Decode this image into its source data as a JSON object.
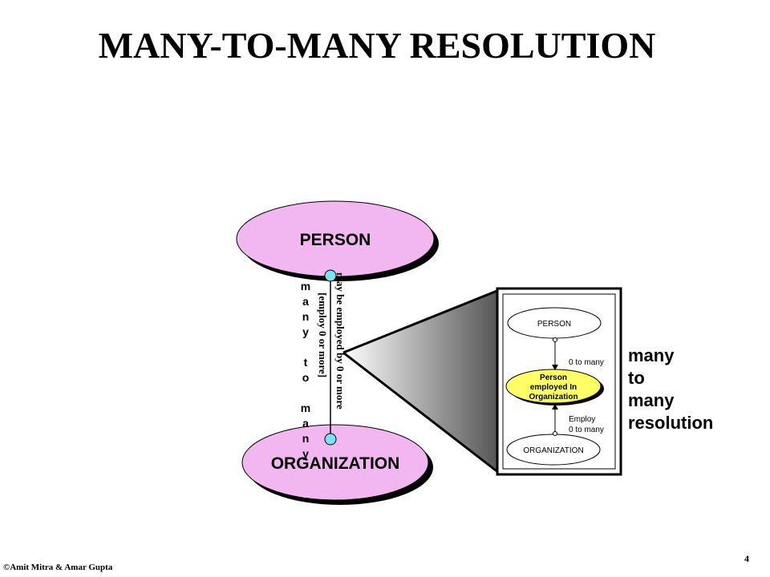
{
  "slide": {
    "title": "MANY-TO-MANY RESOLUTION",
    "copyright": "©Amit Mitra & Amar Gupta",
    "page_number": "4"
  },
  "colors": {
    "entity_fill": "#f2b6f0",
    "associative_fill": "#ffff66",
    "connector_dot": "#7fe0f0",
    "outline": "#000000"
  },
  "left_diagram": {
    "entity_top": "PERSON",
    "entity_bottom": "ORGANIZATION",
    "relationship_name_chars": [
      "m",
      "a",
      "n",
      "y",
      "",
      "t",
      "o",
      "",
      "m",
      "a",
      "n",
      "y"
    ],
    "role_forward": "may be employed by 0 or more",
    "role_reverse": "[employ 0 or more]"
  },
  "inset": {
    "entity_top": "PERSON",
    "associative_line1": "Person",
    "associative_line2": "employed In",
    "associative_line3": "Organization",
    "entity_bottom": "ORGANIZATION",
    "top_cardinality": "0 to many",
    "bottom_role": "Employ",
    "bottom_cardinality": "0 to many"
  },
  "resolution_caption": {
    "line1": "many",
    "line2": "to",
    "line3": "many",
    "line4": "resolution"
  }
}
